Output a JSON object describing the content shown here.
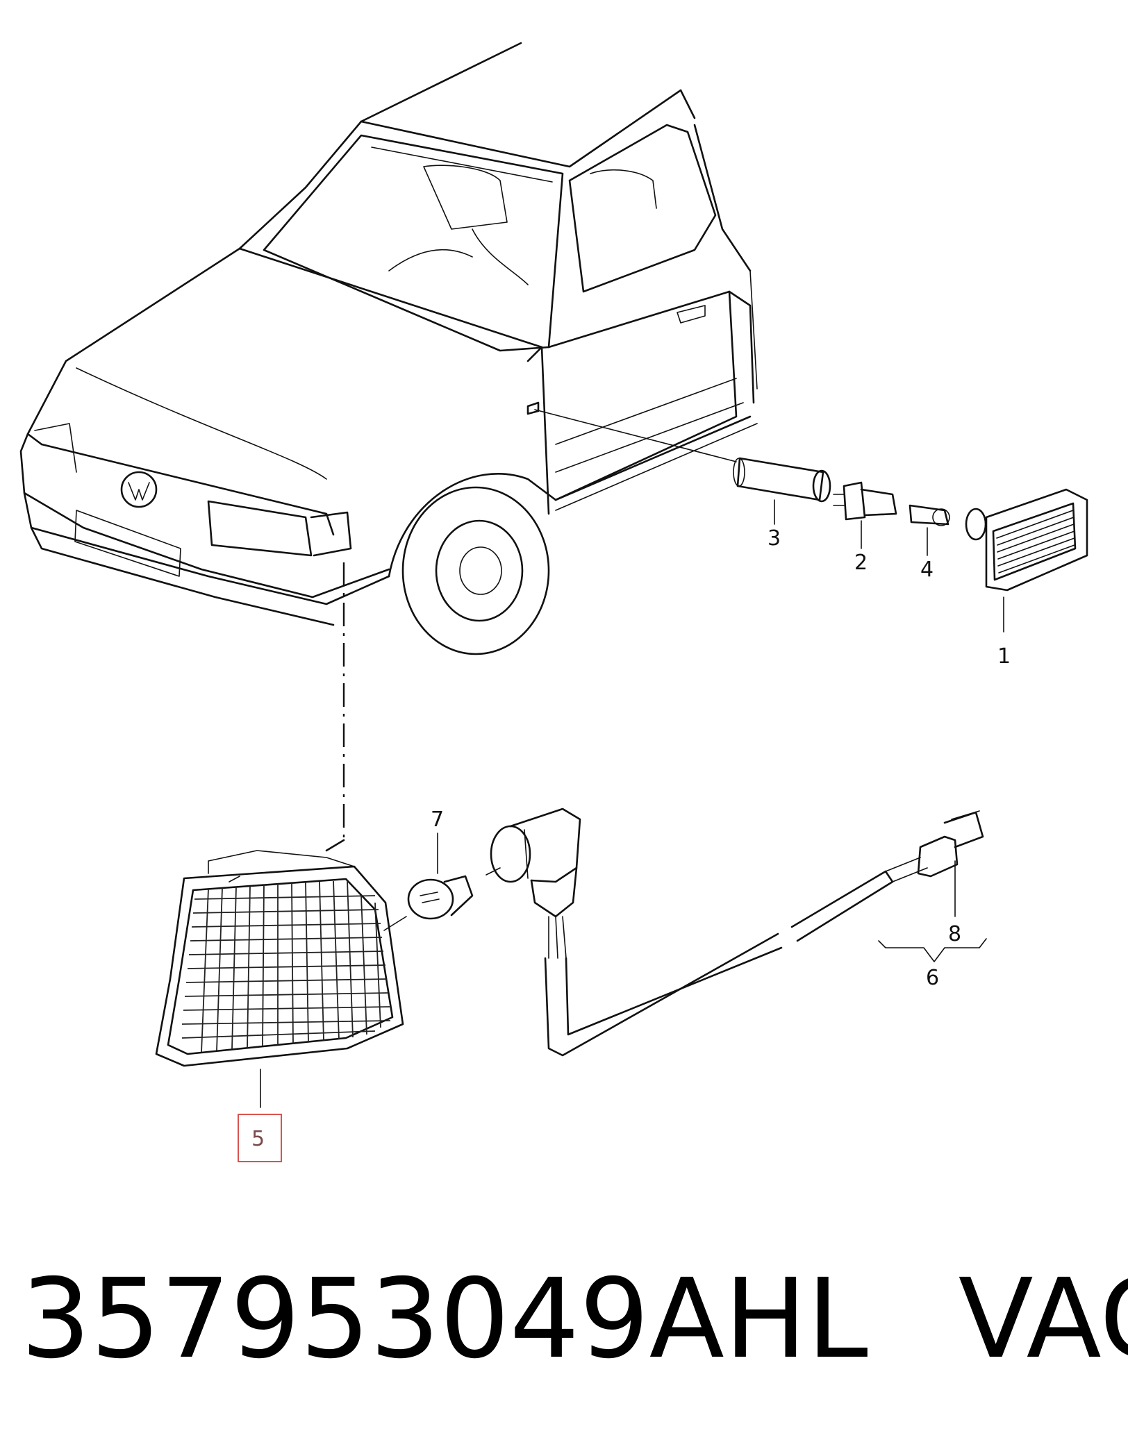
{
  "callouts": [
    {
      "id": "1",
      "label": "1"
    },
    {
      "id": "2",
      "label": "2"
    },
    {
      "id": "3",
      "label": "3"
    },
    {
      "id": "4",
      "label": "4"
    },
    {
      "id": "5",
      "label": "5"
    },
    {
      "id": "6",
      "label": "6"
    },
    {
      "id": "7",
      "label": "7"
    },
    {
      "id": "8",
      "label": "8"
    }
  ],
  "highlighted_callout": "5",
  "caption": {
    "part_number": "357953049AHL",
    "brand": "VAG"
  },
  "colors": {
    "line": "#111111",
    "highlight": "#d9534f",
    "background": "#ffffff"
  }
}
